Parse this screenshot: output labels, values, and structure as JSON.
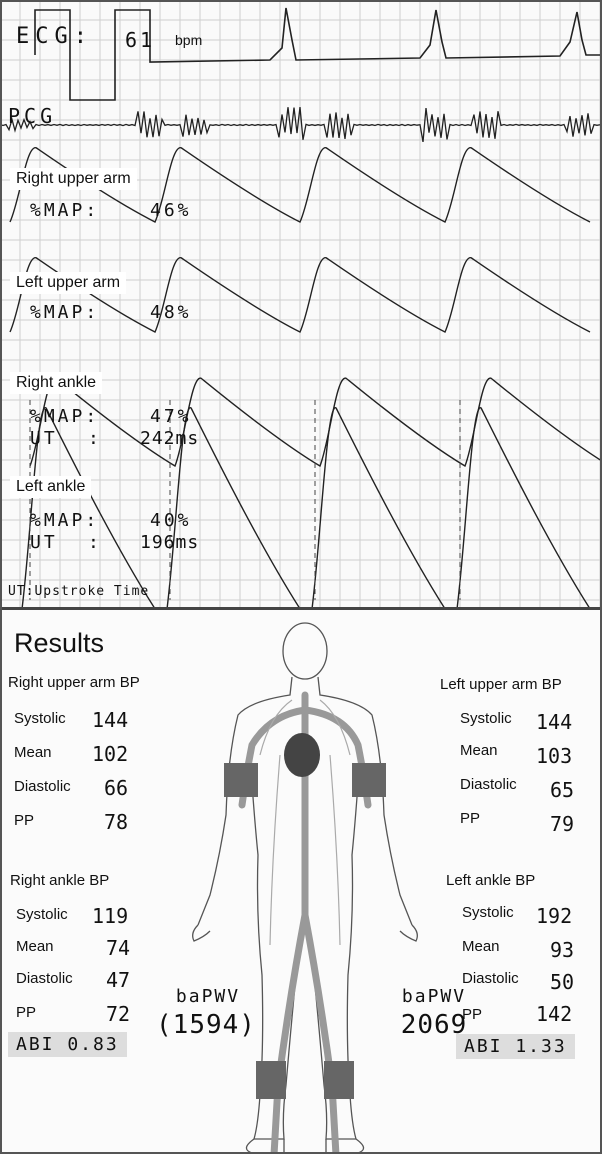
{
  "ecg": {
    "label": "ECG:",
    "rate": "61",
    "unit": "bpm"
  },
  "pcg": {
    "label": "PCG"
  },
  "waveforms": [
    {
      "site": "Right  upper arm",
      "map_label": "%MAP:",
      "map_value": "46%"
    },
    {
      "site": "Left upper arm",
      "map_label": "%MAP:",
      "map_value": "48%"
    },
    {
      "site": "Right ankle",
      "map_label": "%MAP:",
      "map_value": "47%",
      "ut_label": "UT",
      "ut_value": "242ms"
    },
    {
      "site": "Left ankle",
      "map_label": "%MAP:",
      "map_value": "40%",
      "ut_label": "UT",
      "ut_value": "196ms"
    }
  ],
  "footnote": "UT:Upstroke Time",
  "results": {
    "title": "Results",
    "right_arm": {
      "title": "Right upper arm BP",
      "rows": [
        [
          "Systolic",
          "144"
        ],
        [
          "Mean",
          "102"
        ],
        [
          "Diastolic",
          "66"
        ],
        [
          "PP",
          "78"
        ]
      ]
    },
    "left_arm": {
      "title": "Left upper arm BP",
      "rows": [
        [
          "Systolic",
          "144"
        ],
        [
          "Mean",
          "103"
        ],
        [
          "Diastolic",
          "65"
        ],
        [
          "PP",
          "79"
        ]
      ]
    },
    "right_ankle": {
      "title": "Right ankle BP",
      "rows": [
        [
          "Systolic",
          "119"
        ],
        [
          "Mean",
          "74"
        ],
        [
          "Diastolic",
          "47"
        ],
        [
          "PP",
          "72"
        ]
      ],
      "abi": "ABI 0.83"
    },
    "left_ankle": {
      "title": "Left ankle BP",
      "rows": [
        [
          "Systolic",
          "192"
        ],
        [
          "Mean",
          "93"
        ],
        [
          "Diastolic",
          "50"
        ],
        [
          "PP",
          "142"
        ]
      ],
      "abi": "ABI 1.33"
    },
    "pwv_right": {
      "label": "baPWV",
      "value": "(1594)"
    },
    "pwv_left": {
      "label": "baPWV",
      "value": "2069"
    }
  }
}
